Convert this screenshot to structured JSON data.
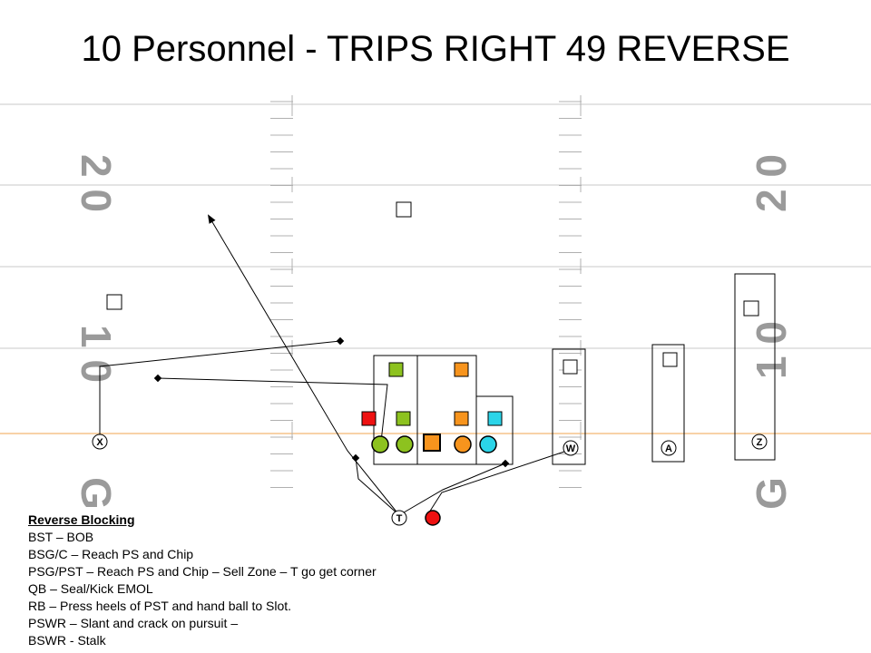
{
  "title": "10 Personnel - TRIPS RIGHT 49 REVERSE",
  "field_numbers": {
    "left": [
      "2 0",
      "1 0",
      "G"
    ],
    "right": [
      "2 0",
      "1 0",
      "G"
    ]
  },
  "players": {
    "x": "X",
    "w": "W",
    "a": "A",
    "z": "Z",
    "t": "T"
  },
  "notes": {
    "heading": "Reverse Blocking",
    "lines": [
      "BST – BOB",
      "BSG/C – Reach PS and Chip",
      "PSG/PST – Reach PS and Chip – Sell Zone – T go get corner",
      "QB – Seal/Kick EMOL",
      "RB – Press heels of PST and hand ball to Slot.",
      "PSWR – Slant and crack on pursuit –",
      "BSWR - Stalk"
    ]
  },
  "colors": {
    "line_of_scrimmage": "#f5c48a",
    "yard_line": "#c8c8c8",
    "yard_number": "#9a9a9a",
    "lime_green": "#8dc21f",
    "orange": "#f7941d",
    "cyan": "#2bd4e8",
    "red": "#ee1111"
  }
}
